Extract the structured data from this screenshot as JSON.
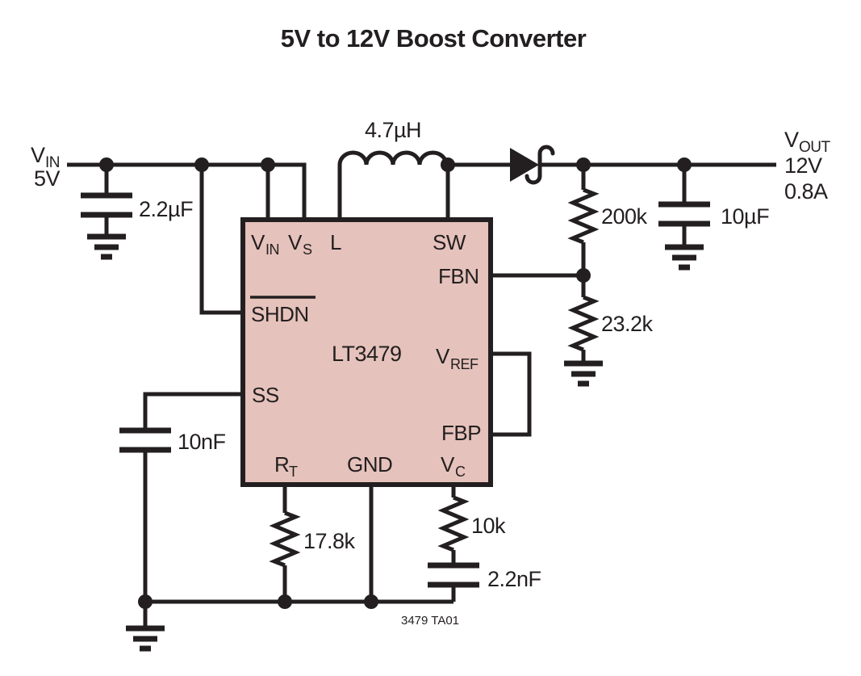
{
  "title": "5V to 12V Boost Converter",
  "footnote": "3479 TA01",
  "colors": {
    "ic_fill": "#e5c2bb",
    "line": "#231f20"
  },
  "input": {
    "name": "V",
    "name_sub": "IN",
    "voltage": "5V"
  },
  "output": {
    "name": "V",
    "name_sub": "OUT",
    "voltage": "12V",
    "current": "0.8A"
  },
  "ic": {
    "part": "LT3479",
    "pins": {
      "vin": {
        "t": "V",
        "sub": "IN"
      },
      "vs": {
        "t": "V",
        "sub": "S"
      },
      "l": {
        "t": "L"
      },
      "sw": {
        "t": "SW"
      },
      "fbn": {
        "t": "FBN"
      },
      "shdn": {
        "t": "SHDN"
      },
      "vref": {
        "t": "V",
        "sub": "REF"
      },
      "ss": {
        "t": "SS"
      },
      "fbp": {
        "t": "FBP"
      },
      "rt": {
        "t": "R",
        "sub": "T"
      },
      "gnd": {
        "t": "GND"
      },
      "vc": {
        "t": "V",
        "sub": "C"
      }
    }
  },
  "components": {
    "input_cap": "2.2µF",
    "inductor": "4.7µH",
    "feedback_top_resistor": "200k",
    "feedback_bottom_resistor": "23.2k",
    "output_cap": "10µF",
    "soft_start_cap": "10nF",
    "rt_resistor": "17.8k",
    "vc_resistor": "10k",
    "vc_cap": "2.2nF"
  }
}
